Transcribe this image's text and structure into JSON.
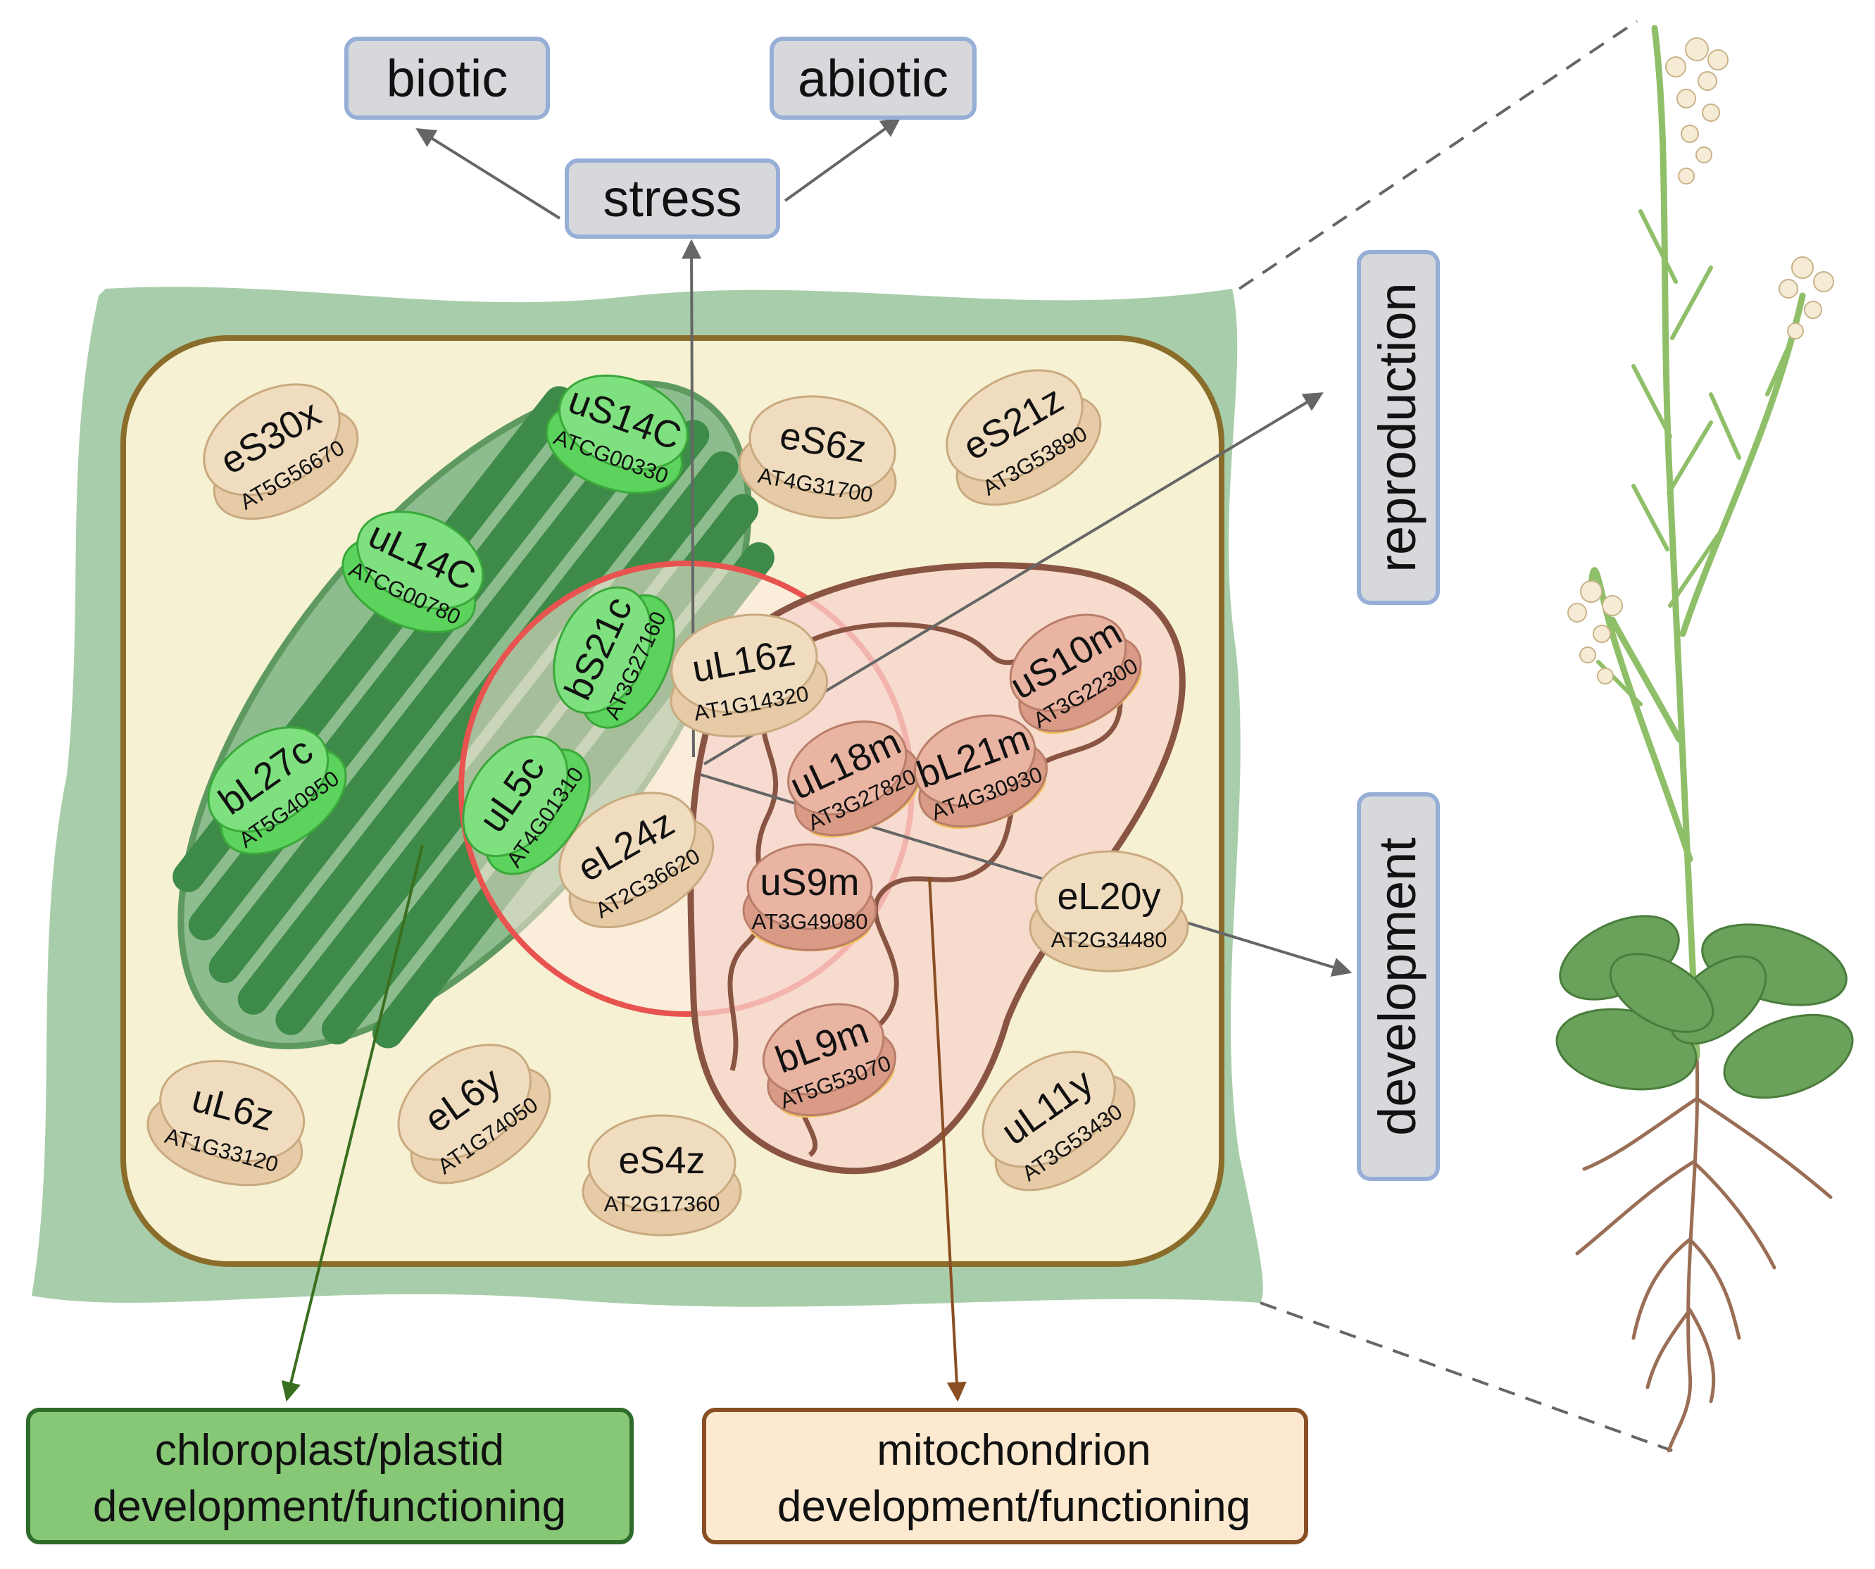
{
  "colors": {
    "cell_wall": "#a8cdaa",
    "cytoplasm": "#f6f1d3",
    "membrane": "#8a6d2b",
    "chloroplast": "#6aa46b",
    "thylakoid": "#3e8a48",
    "nucleus_outline": "#e8534f",
    "mitochondrion_outline": "#8a5443",
    "stress_box": "#d6d8dc",
    "plastid_box": "#86c875",
    "mito_box": "#fde9cf",
    "plastid_arrow": "#3a6e1f",
    "mito_arrow": "#8a4e23"
  },
  "boxes": {
    "biotic": "biotic",
    "abiotic": "abiotic",
    "stress": "stress",
    "reproduction": "reproduction",
    "development": "development"
  },
  "bottom_boxes": {
    "plastid": {
      "line1": "chloroplast/plastid",
      "line2": "development/functioning"
    },
    "mito": {
      "line1": "mitochondrion",
      "line2": "development/functioning"
    }
  },
  "ribosomes": {
    "eS30x": {
      "name": "eS30x",
      "gene": "AT5G56670"
    },
    "uS14C": {
      "name": "uS14C",
      "gene": "ATCG00330"
    },
    "uL14C": {
      "name": "uL14C",
      "gene": "ATCG00780"
    },
    "bL27c": {
      "name": "bL27c",
      "gene": "AT5G40950"
    },
    "bS21c": {
      "name": "bS21c",
      "gene": "AT3G27160"
    },
    "uL5c": {
      "name": "uL5c",
      "gene": "AT4G01310"
    },
    "eS6z": {
      "name": "eS6z",
      "gene": "AT4G31700"
    },
    "eS21z": {
      "name": "eS21z",
      "gene": "AT3G53890"
    },
    "uL16z": {
      "name": "uL16z",
      "gene": "AT1G14320"
    },
    "eL24z": {
      "name": "eL24z",
      "gene": "AT2G36620"
    },
    "uL18m": {
      "name": "uL18m",
      "gene": "AT3G27820"
    },
    "bL21m": {
      "name": "bL21m",
      "gene": "AT4G30930"
    },
    "uS10m": {
      "name": "uS10m",
      "gene": "AT3G22300"
    },
    "uS9m": {
      "name": "uS9m",
      "gene": "AT3G49080"
    },
    "eL20y": {
      "name": "eL20y",
      "gene": "AT2G34480"
    },
    "bL9m": {
      "name": "bL9m",
      "gene": "AT5G53070"
    },
    "uL6z": {
      "name": "uL6z",
      "gene": "AT1G33120"
    },
    "eL6y": {
      "name": "eL6y",
      "gene": "AT1G74050"
    },
    "eS4z": {
      "name": "eS4z",
      "gene": "AT2G17360"
    },
    "uL11y": {
      "name": "uL11y",
      "gene": "AT3G53430"
    }
  }
}
